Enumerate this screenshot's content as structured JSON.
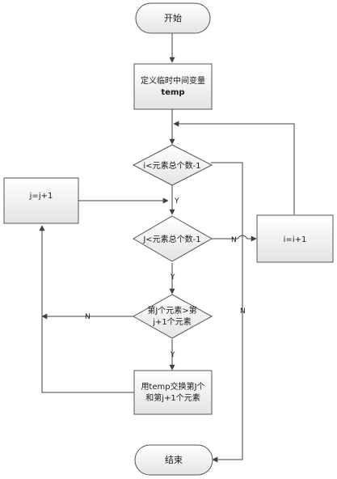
{
  "nodes": {
    "start": "开始",
    "init_line1": "定义临时中间变量",
    "init_line2": "temp",
    "cond_i": "i<元素总个数-1",
    "cond_j": "J<元素总个数-1",
    "cmp_line1": "第J个元素>第",
    "cmp_line2": "j+1个元素",
    "swap_line1": "用temp交换第J个",
    "swap_line2": "和第j+1个元素",
    "inc_j": "j=j+1",
    "inc_i": "i=i+1",
    "end": "结束"
  },
  "edges": {
    "y1": "Y",
    "y2": "Y",
    "y3": "Y",
    "n_j": "N",
    "n_cmp": "N",
    "n_i": "N"
  }
}
